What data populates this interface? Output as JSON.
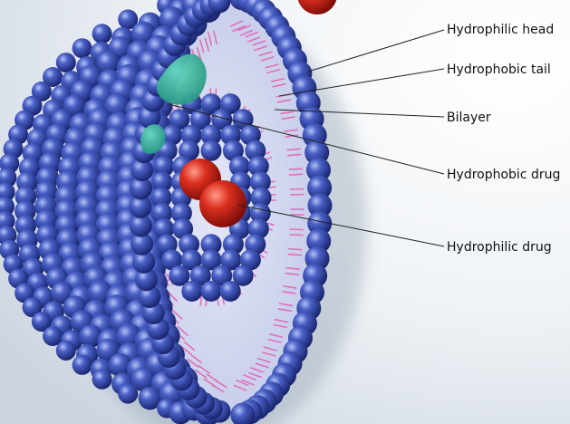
{
  "labels": {
    "hydrophilic_head": "Hydrophilic head",
    "hydrophobic_tail": "Hydrophobic tail",
    "bilayer": "Bilayer",
    "hydrophobic_drug": "Hydrophobic drug",
    "hydrophilic_drug": "Hydrophilic drug"
  },
  "colors": {
    "background_light": "#f7f9fb",
    "background_shadow": "#c9d3de",
    "interior": "#d3d9f2",
    "head": "#3a4fb0",
    "head_dark": "#1c2a78",
    "head_highlight": "#aab8f0",
    "tail": "#e070b8",
    "hydrophobic_drug": "#2fb39a",
    "hydrophilic_drug": "#d22a1f",
    "leader_line": "#222222"
  }
}
